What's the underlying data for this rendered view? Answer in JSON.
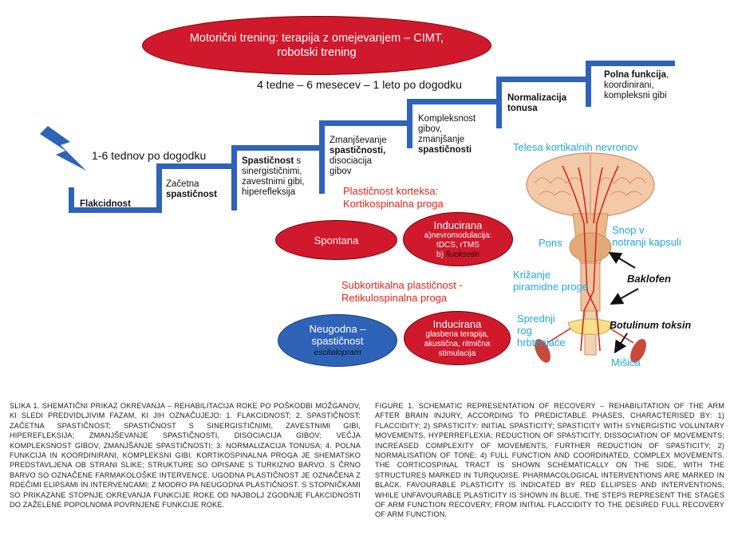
{
  "top_ellipse": {
    "line1": "Motorični trening: terapija z omejevanjem – CIMT,",
    "line2": "robotski trening"
  },
  "timeline": {
    "early": "1-6 tednov po dogodku",
    "late": "4 tedne – 6 mesecev – 1 leto po dogodku"
  },
  "steps": [
    {
      "bold": "Flakcidnost",
      "rest": ""
    },
    {
      "pre": "Začetna",
      "bold": "spastičnost"
    },
    {
      "bold": "Spastičnost",
      "rest1": " s",
      "rest2": "sinergističnimi,",
      "rest3": "zavestnimi gibi,",
      "rest4": "hiperefleksija"
    },
    {
      "l1": "Zmanjševanje",
      "b1": "spastičnosti,",
      "l3": "disociacija",
      "l4": "gibov"
    },
    {
      "l1": "Kompleksnost",
      "l2": "gibov,",
      "l3": "zmanjšanje",
      "b4": "spastičnosti"
    },
    {
      "b1": "Normalizacija",
      "b2": "tonusa"
    },
    {
      "b1": "Polna funkcija",
      "r1": ",",
      "l2": "koordinirani,",
      "l3": "kompleksni gibi"
    }
  ],
  "cortex": {
    "line1": "Plastičnost korteksa:",
    "line2": "Kortikospinalna proga"
  },
  "subcortex": {
    "line1": "Subkortikalna plastičnost -",
    "line2": "Retikulospinalna proga"
  },
  "ellipses": {
    "spontana": "Spontana",
    "inducirana1": {
      "title": "Inducirana",
      "l1": "a)nevromodulacija:",
      "l2": "tDCS, rTMS",
      "l3": "b) ",
      "l3i": "fluoksetin"
    },
    "neugodna": {
      "l1": "Neugodna –",
      "l2": "spastičnost",
      "l3": "escitalopram"
    },
    "inducirana2": {
      "title": "Inducirana",
      "l1": "glasbena terapija,",
      "l2": "akustična, ritmična",
      "l3": "stimulacija"
    }
  },
  "anatomy": {
    "telesa": "Telesa kortikalnih nevronov",
    "snop1": "Snop v",
    "snop2": "notranji kapsuli",
    "pons": "Pons",
    "krizanje1": "Križanje",
    "krizanje2": "piramidne proge",
    "sprednji1": "Sprednji",
    "sprednji2": "rog",
    "sprednji3": "hrbtenjače",
    "misica": "Mišica",
    "baklofen": "Baklofen",
    "botulinum": "Botulinum toksin"
  },
  "caption_sl": "SLIKA 1. SHEMATIČNI PRIKAZ OKREVANJA – REHABILITACIJA ROKE PO POŠKODBI MOŽGANOV, KI SLEDI PREDVIDLJIVIM FAZAM, KI JIH OZNAČUJEJO: 1. FLAKCIDNOST; 2. SPASTIČNOST: ZAČETNA SPASTIČNOST; SPASTIČNOST S SINERGISTIČNIMI, ZAVESTNIMI GIBI, HIPEREFLEKSIJA; ZMANJŠEVANJE SPASTIČNOSTI, DISOCIACIJA GIBOV; VEČJA KOMPLEKSNOST GIBOV, ZMANJŠANJE SPASTIČNOSTI; 3. NORMALIZACIJA TONUSA; 4. POLNA FUNKCIJA IN KOORDINIRANI, KOMPLEKSNI GIBI. KORTIKOSPINALNA PROGA JE SHEMATSKO PREDSTAVLJENA OB STRANI SLIKE; STRUKTURE SO OPISANE S TURKIZNO BARVO. S ČRNO BARVO SO OZNAČENE FARMAKOLOŠKE INTERVENCE. UGODNA PLASTIČNOST JE OZNAČENA Z RDEČIMI ELIPSAMI IN INTERVENCAMI; Z MODRO PA NEUGODNA PLASTIČNOST. S STOPNIČKAMI SO PRIKAZANE STOPNJE OKREVANJA FUNKCIJE ROKE OD NAJBOLJ ZGODNJE FLAKCIDNOSTI DO ZAŽELENE POPOLNOMA POVRNJENE FUNKCIJE ROKE.",
  "caption_en": "FIGURE 1. SCHEMATIC REPRESENTATION OF RECOVERY – REHABILITATION OF THE ARM AFTER BRAIN INJURY, ACCORDING TO PREDICTABLE PHASES, CHARACTERISED BY: 1) FLACCIDITY; 2) SPASTICITY: INITIAL SPASTICITY; SPASTICITY WITH SYNERGISTIC VOLUNTARY MOVEMENTS, HYPERREFLEXIA; REDUCTION OF SPASTICITY, DISSOCIATION OF MOVEMENTS; INCREASED COMPLEXITY OF MOVEMENTS, FURTHER REDUCTION OF SPASTICITY; 2) NORMALISATION OF TONE; 4) FULL FUNCTION AND COORDINATED, COMPLEX MOVEMENTS. THE CORTICOSPINAL TRACT IS SHOWN SCHEMATICALLY ON THE SIDE, WITH THE STRUCTURES MARKED IN TURQUOISE. PHARMACOLOGICAL INTERVENTIONS ARE MARKED IN BLACK. FAVOURABLE PLASTICITY IS INDICATED BY RED ELLIPSES AND INTERVENTIONS, WHILE UNFAVOURABLE PLASTICITY IS SHOWN IN BLUE. THE STEPS REPRESENT THE STAGES OF ARM FUNCTION RECOVERY, FROM INITIAL FLACCIDITY TO THE DESIRED FULL RECOVERY OF ARM FUNCTION."
}
